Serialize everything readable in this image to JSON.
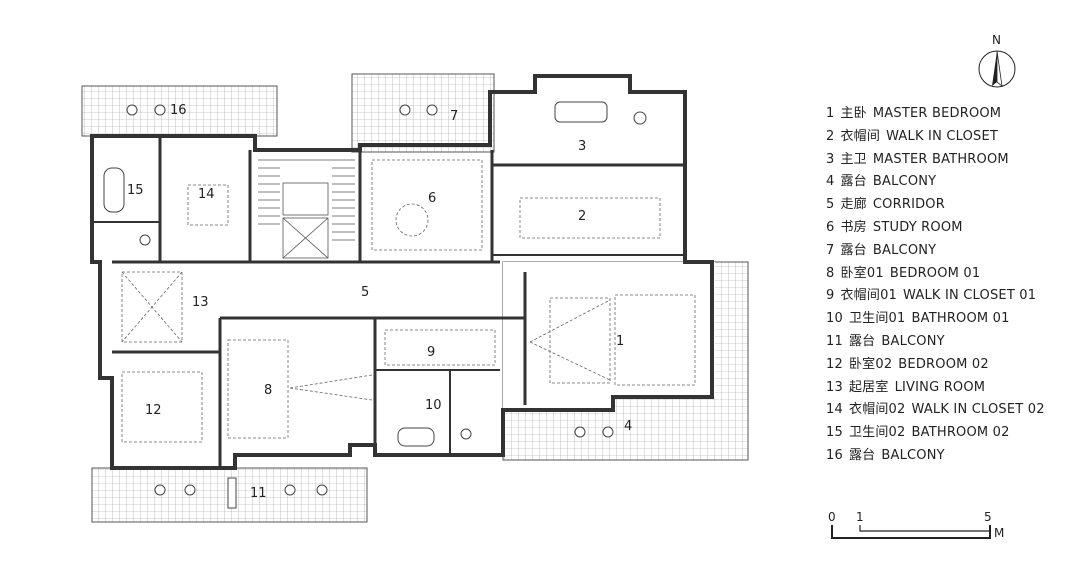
{
  "compass": {
    "label": "N"
  },
  "rooms": [
    {
      "num": "1"
    },
    {
      "num": "2"
    },
    {
      "num": "3"
    },
    {
      "num": "4"
    },
    {
      "num": "5"
    },
    {
      "num": "6"
    },
    {
      "num": "7"
    },
    {
      "num": "8"
    },
    {
      "num": "9"
    },
    {
      "num": "10"
    },
    {
      "num": "11"
    },
    {
      "num": "12"
    },
    {
      "num": "13"
    },
    {
      "num": "14"
    },
    {
      "num": "15"
    },
    {
      "num": "16"
    }
  ],
  "legend": [
    {
      "num": "1",
      "cn": "主卧",
      "en": "MASTER BEDROOM"
    },
    {
      "num": "2",
      "cn": "衣帽间",
      "en": "WALK IN CLOSET"
    },
    {
      "num": "3",
      "cn": "主卫",
      "en": "MASTER BATHROOM"
    },
    {
      "num": "4",
      "cn": "露台",
      "en": "BALCONY"
    },
    {
      "num": "5",
      "cn": "走廊",
      "en": "CORRIDOR"
    },
    {
      "num": "6",
      "cn": "书房",
      "en": "STUDY ROOM"
    },
    {
      "num": "7",
      "cn": "露台",
      "en": "BALCONY"
    },
    {
      "num": "8",
      "cn": "卧室01",
      "en": "BEDROOM  01"
    },
    {
      "num": "9",
      "cn": "衣帽间01",
      "en": "WALK IN CLOSET 01"
    },
    {
      "num": "10",
      "cn": "卫生间01",
      "en": "BATHROOM 01"
    },
    {
      "num": "11",
      "cn": "露台",
      "en": "BALCONY"
    },
    {
      "num": "12",
      "cn": "卧室02",
      "en": "BEDROOM  02"
    },
    {
      "num": "13",
      "cn": "起居室",
      "en": "LIVING ROOM"
    },
    {
      "num": "14",
      "cn": "衣帽间02",
      "en": "WALK IN CLOSET 02"
    },
    {
      "num": "15",
      "cn": "卫生间02",
      "en": "BATHROOM 02"
    },
    {
      "num": "16",
      "cn": "露台",
      "en": "BALCONY"
    }
  ],
  "scale": {
    "tick0": "0",
    "tick1": "1",
    "tick5": "5",
    "unit": "M"
  }
}
